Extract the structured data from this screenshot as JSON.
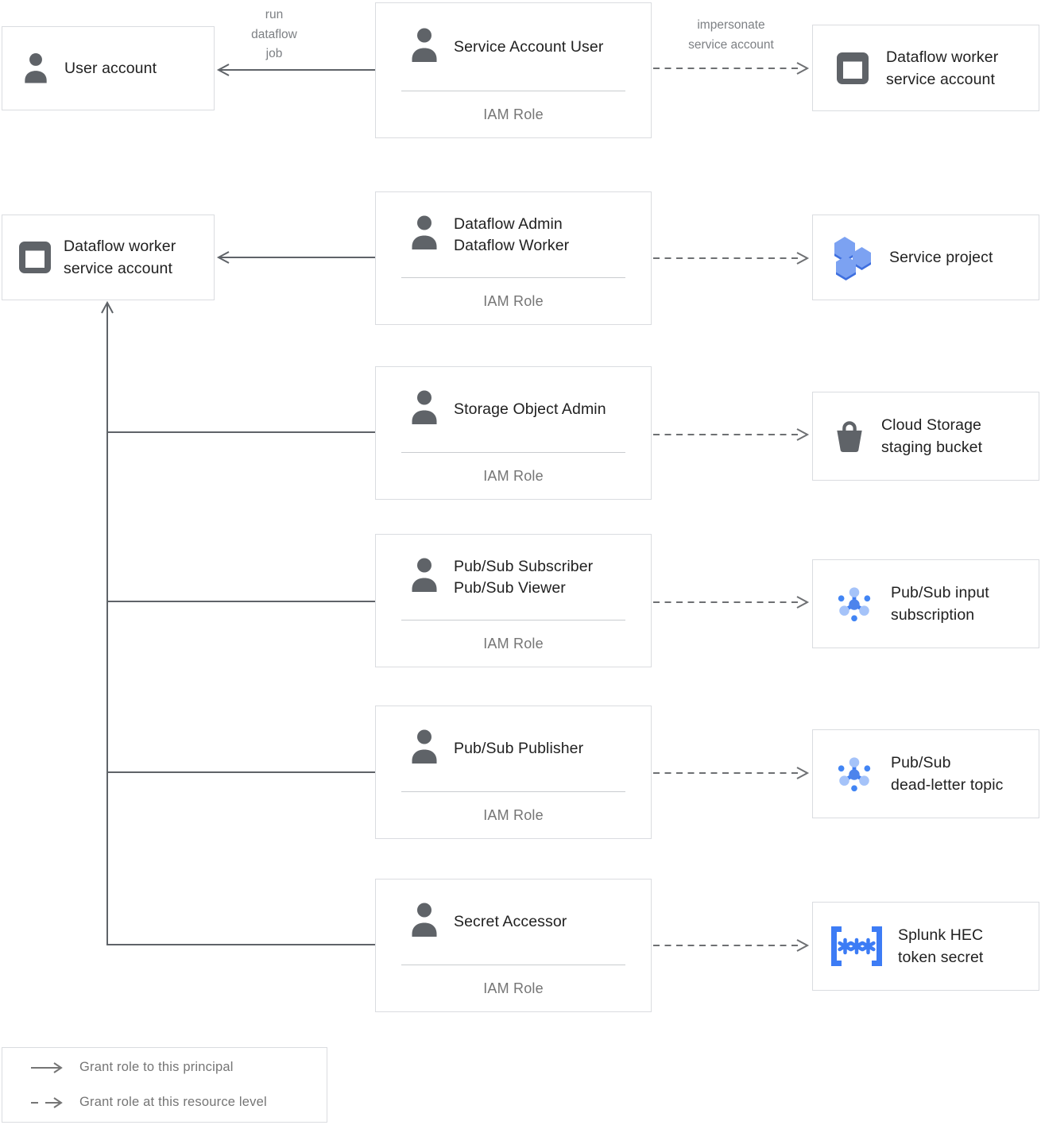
{
  "colors": {
    "box_border": "#dadce0",
    "text_dark": "#212121",
    "text_gray": "#757575",
    "edge_label_gray": "#7d8084",
    "line_gray": "#5f6368",
    "icon_gray": "#5f6368",
    "pubsub_blue": "#3d7cf2",
    "pubsub_light_blue": "#a5c3f9",
    "hexagon_light": "#7ca2f2",
    "hexagon_dark": "#3e6fdf",
    "secret_blue": "#3d7cf5"
  },
  "row1": {
    "user_account": {
      "label": "User account"
    },
    "iam_box": {
      "title_lines": [
        "Service Account User"
      ],
      "subtitle": "IAM Role"
    },
    "worker_sa": {
      "lines": [
        "Dataflow worker",
        "service account"
      ]
    },
    "left_edge_label": "run\ndataflow\njob",
    "right_edge_label": "impersonate\nservice account"
  },
  "row2": {
    "worker_sa": {
      "lines": [
        "Dataflow worker",
        "service account"
      ]
    },
    "iam_box": {
      "title_lines": [
        "Dataflow Admin",
        "Dataflow Worker"
      ],
      "subtitle": "IAM Role"
    },
    "resource": {
      "lines": [
        "Service project"
      ]
    }
  },
  "row3": {
    "iam_box": {
      "title_lines": [
        "Storage Object Admin"
      ],
      "subtitle": "IAM Role"
    },
    "resource": {
      "lines": [
        "Cloud Storage",
        "staging bucket"
      ]
    }
  },
  "row4": {
    "iam_box": {
      "title_lines": [
        "Pub/Sub Subscriber",
        "Pub/Sub Viewer"
      ],
      "subtitle": "IAM Role"
    },
    "resource": {
      "lines": [
        "Pub/Sub input",
        "subscription"
      ]
    }
  },
  "row5": {
    "iam_box": {
      "title_lines": [
        "Pub/Sub Publisher"
      ],
      "subtitle": "IAM Role"
    },
    "resource": {
      "lines": [
        "Pub/Sub",
        "dead-letter topic"
      ]
    }
  },
  "row6": {
    "iam_box": {
      "title_lines": [
        "Secret Accessor"
      ],
      "subtitle": "IAM Role"
    },
    "resource": {
      "lines": [
        "Splunk HEC",
        "token secret"
      ]
    }
  },
  "legend": {
    "solid_label": "Grant role to this principal",
    "dashed_label": "Grant role at this resource level"
  }
}
